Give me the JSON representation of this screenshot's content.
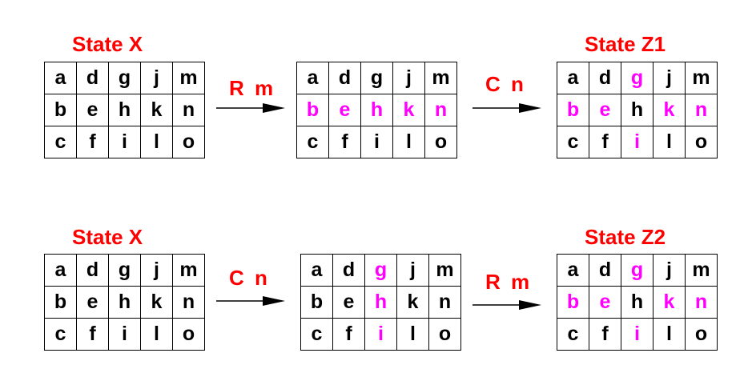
{
  "colors": {
    "title": "#ff0000",
    "highlight": "#ff00ff",
    "text": "#000000"
  },
  "top": {
    "start_title": "State X",
    "end_title": "State Z1",
    "op1": "R m",
    "op2": "C n",
    "grids": [
      {
        "rows": [
          [
            "a",
            "d",
            "g",
            "j",
            "m"
          ],
          [
            "b",
            "e",
            "h",
            "k",
            "n"
          ],
          [
            "c",
            "f",
            "i",
            "l",
            "o"
          ]
        ],
        "highlight": []
      },
      {
        "rows": [
          [
            "a",
            "d",
            "g",
            "j",
            "m"
          ],
          [
            "b",
            "e",
            "h",
            "k",
            "n"
          ],
          [
            "c",
            "f",
            "i",
            "l",
            "o"
          ]
        ],
        "highlight": [
          "b",
          "e",
          "h",
          "k",
          "n"
        ]
      },
      {
        "rows": [
          [
            "a",
            "d",
            "g",
            "j",
            "m"
          ],
          [
            "b",
            "e",
            "h",
            "k",
            "n"
          ],
          [
            "c",
            "f",
            "i",
            "l",
            "o"
          ]
        ],
        "highlight": [
          "g",
          "b",
          "e",
          "k",
          "n",
          "i"
        ]
      }
    ]
  },
  "bottom": {
    "start_title": "State X",
    "end_title": "State Z2",
    "op1": "C n",
    "op2": "R m",
    "grids": [
      {
        "rows": [
          [
            "a",
            "d",
            "g",
            "j",
            "m"
          ],
          [
            "b",
            "e",
            "h",
            "k",
            "n"
          ],
          [
            "c",
            "f",
            "i",
            "l",
            "o"
          ]
        ],
        "highlight": []
      },
      {
        "rows": [
          [
            "a",
            "d",
            "g",
            "j",
            "m"
          ],
          [
            "b",
            "e",
            "h",
            "k",
            "n"
          ],
          [
            "c",
            "f",
            "i",
            "l",
            "o"
          ]
        ],
        "highlight": [
          "g",
          "h",
          "i"
        ]
      },
      {
        "rows": [
          [
            "a",
            "d",
            "g",
            "j",
            "m"
          ],
          [
            "b",
            "e",
            "h",
            "k",
            "n"
          ],
          [
            "c",
            "f",
            "i",
            "l",
            "o"
          ]
        ],
        "highlight": [
          "g",
          "b",
          "e",
          "k",
          "n",
          "i"
        ]
      }
    ]
  }
}
